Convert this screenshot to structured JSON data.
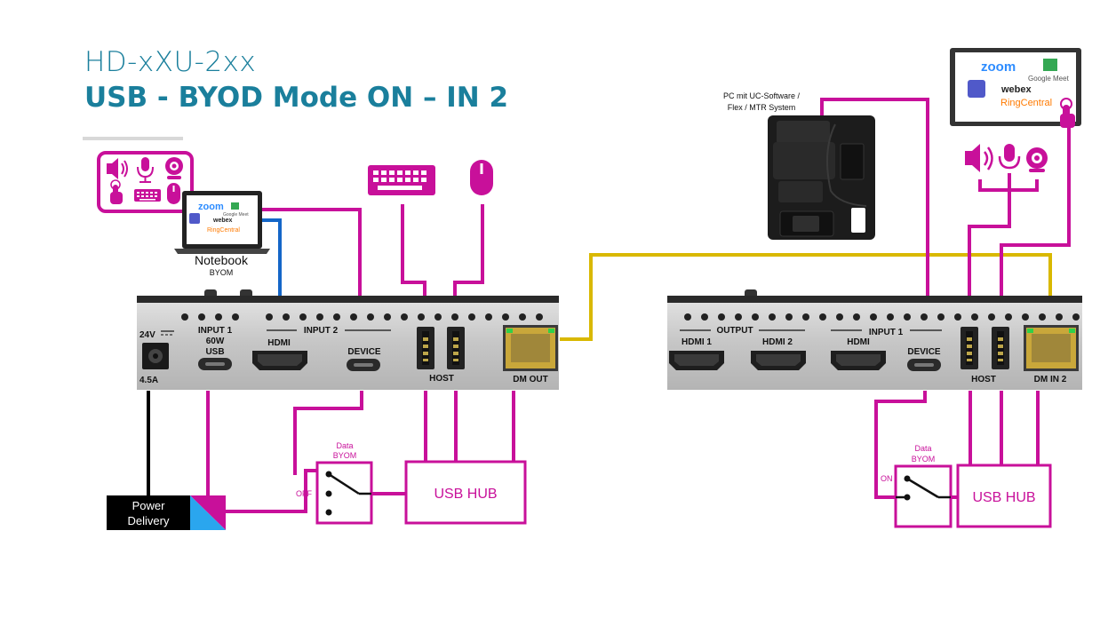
{
  "title": {
    "model": "HD-xXU-2xx",
    "mode": "USB - BYOD Mode ON – IN 2"
  },
  "colors": {
    "title": "#1a7f9c",
    "usb_line": "#c8109a",
    "hdmi_line": "#1466c8",
    "dm_line": "#d9b800",
    "power_line": "#000000",
    "device_body": "#c9c9c9"
  },
  "left_device": {
    "power": {
      "voltage": "24V",
      "current": "4.5A"
    },
    "input1": {
      "header": "INPUT 1",
      "line1": "60W",
      "line2": "USB"
    },
    "input2": {
      "header": "INPUT 2",
      "hdmi": "HDMI",
      "device": "DEVICE"
    },
    "host": "HOST",
    "dm": "DM OUT"
  },
  "right_device": {
    "output": {
      "header": "OUTPUT",
      "hdmi1": "HDMI 1",
      "hdmi2": "HDMI 2"
    },
    "input1": {
      "header": "INPUT 1",
      "hdmi": "HDMI",
      "device": "DEVICE"
    },
    "host": "HOST",
    "dm": "DM IN 2"
  },
  "notebook": {
    "label": "Notebook",
    "sublabel": "BYOM",
    "apps": {
      "zoom": "zoom",
      "meet": "Google Meet",
      "webex": "webex",
      "ring": "RingCentral"
    }
  },
  "peripherals_icons": [
    "speaker-icon",
    "microphone-icon",
    "webcam-icon",
    "touch-icon",
    "keyboard-icon",
    "mouse-icon"
  ],
  "pc": {
    "line1": "PC mit UC-Software /",
    "line2": "Flex / MTR System"
  },
  "display": {
    "zoom": "zoom",
    "meet": "Google Meet",
    "webex": "webex",
    "ring": "RingCentral"
  },
  "switch_left": {
    "title1": "Data",
    "title2": "BYOM",
    "state": "OFF"
  },
  "switch_right": {
    "title1": "Data",
    "title2": "BYOM",
    "state": "ON"
  },
  "hub_left": "USB HUB",
  "hub_right": "USB HUB",
  "power_delivery": {
    "line1": "Power",
    "line2": "Delivery"
  }
}
